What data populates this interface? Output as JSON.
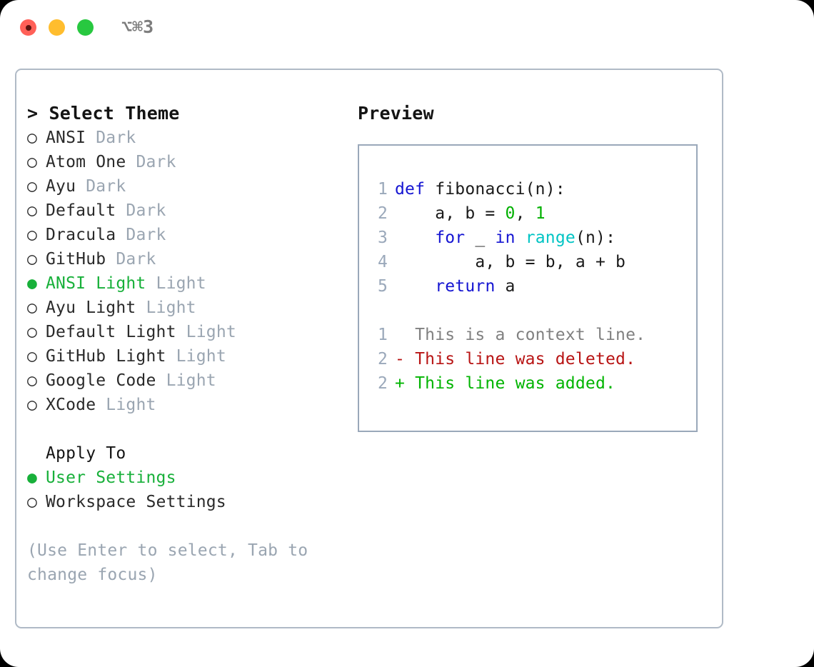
{
  "window": {
    "traffic_lights": [
      "close",
      "minimize",
      "maximize"
    ],
    "shortcut": "⌥⌘3",
    "colors": {
      "close": "#ff6058",
      "minimize": "#ffbd2e",
      "maximize": "#28c840",
      "panel_border": "#b0bac6",
      "preview_border": "#9aa8ba",
      "accent_selected": "#18b03a",
      "muted_text": "#9aa5b1"
    }
  },
  "theme_picker": {
    "title": "Select Theme",
    "caret": ">",
    "marker_on": "●",
    "marker_off": "○",
    "options": [
      {
        "label": "ANSI",
        "suffix": "Dark",
        "selected": false
      },
      {
        "label": "Atom One",
        "suffix": "Dark",
        "selected": false
      },
      {
        "label": "Ayu",
        "suffix": "Dark",
        "selected": false
      },
      {
        "label": "Default",
        "suffix": "Dark",
        "selected": false
      },
      {
        "label": "Dracula",
        "suffix": "Dark",
        "selected": false
      },
      {
        "label": "GitHub",
        "suffix": "Dark",
        "selected": false
      },
      {
        "label": "ANSI Light",
        "suffix": "Light",
        "selected": true
      },
      {
        "label": "Ayu Light",
        "suffix": "Light",
        "selected": false
      },
      {
        "label": "Default Light",
        "suffix": "Light",
        "selected": false
      },
      {
        "label": "GitHub Light",
        "suffix": "Light",
        "selected": false
      },
      {
        "label": "Google Code",
        "suffix": "Light",
        "selected": false
      },
      {
        "label": "XCode",
        "suffix": "Light",
        "selected": false
      }
    ]
  },
  "apply_to": {
    "heading": "Apply To",
    "options": [
      {
        "label": "User Settings",
        "selected": true
      },
      {
        "label": "Workspace Settings",
        "selected": false
      }
    ]
  },
  "hint": "(Use Enter to select, Tab to change focus)",
  "preview": {
    "title": "Preview",
    "code_sample": {
      "lines": [
        {
          "number": "1",
          "tokens": [
            {
              "text": "def ",
              "type": "kw"
            },
            {
              "text": "fibonacci(n):",
              "type": "plain"
            }
          ]
        },
        {
          "number": "2",
          "tokens": [
            {
              "text": "    a, b = ",
              "type": "plain"
            },
            {
              "text": "0",
              "type": "num"
            },
            {
              "text": ", ",
              "type": "plain"
            },
            {
              "text": "1",
              "type": "num"
            }
          ]
        },
        {
          "number": "3",
          "tokens": [
            {
              "text": "    ",
              "type": "plain"
            },
            {
              "text": "for",
              "type": "kw"
            },
            {
              "text": " _ ",
              "type": "plain"
            },
            {
              "text": "in",
              "type": "kw"
            },
            {
              "text": " ",
              "type": "plain"
            },
            {
              "text": "range",
              "type": "fn"
            },
            {
              "text": "(n):",
              "type": "plain"
            }
          ]
        },
        {
          "number": "4",
          "tokens": [
            {
              "text": "        a, b = b, a + b",
              "type": "plain"
            }
          ]
        },
        {
          "number": "5",
          "tokens": [
            {
              "text": "    ",
              "type": "plain"
            },
            {
              "text": "return",
              "type": "kw"
            },
            {
              "text": " a",
              "type": "plain"
            }
          ]
        }
      ]
    },
    "diff_sample": {
      "lines": [
        {
          "number": "1",
          "tokens": [
            {
              "text": "  This is a context line.",
              "type": "ctx"
            }
          ]
        },
        {
          "number": "2",
          "tokens": [
            {
              "text": "- This line was deleted.",
              "type": "del"
            }
          ]
        },
        {
          "number": "2",
          "tokens": [
            {
              "text": "+ This line was added.",
              "type": "add"
            }
          ]
        }
      ]
    }
  }
}
